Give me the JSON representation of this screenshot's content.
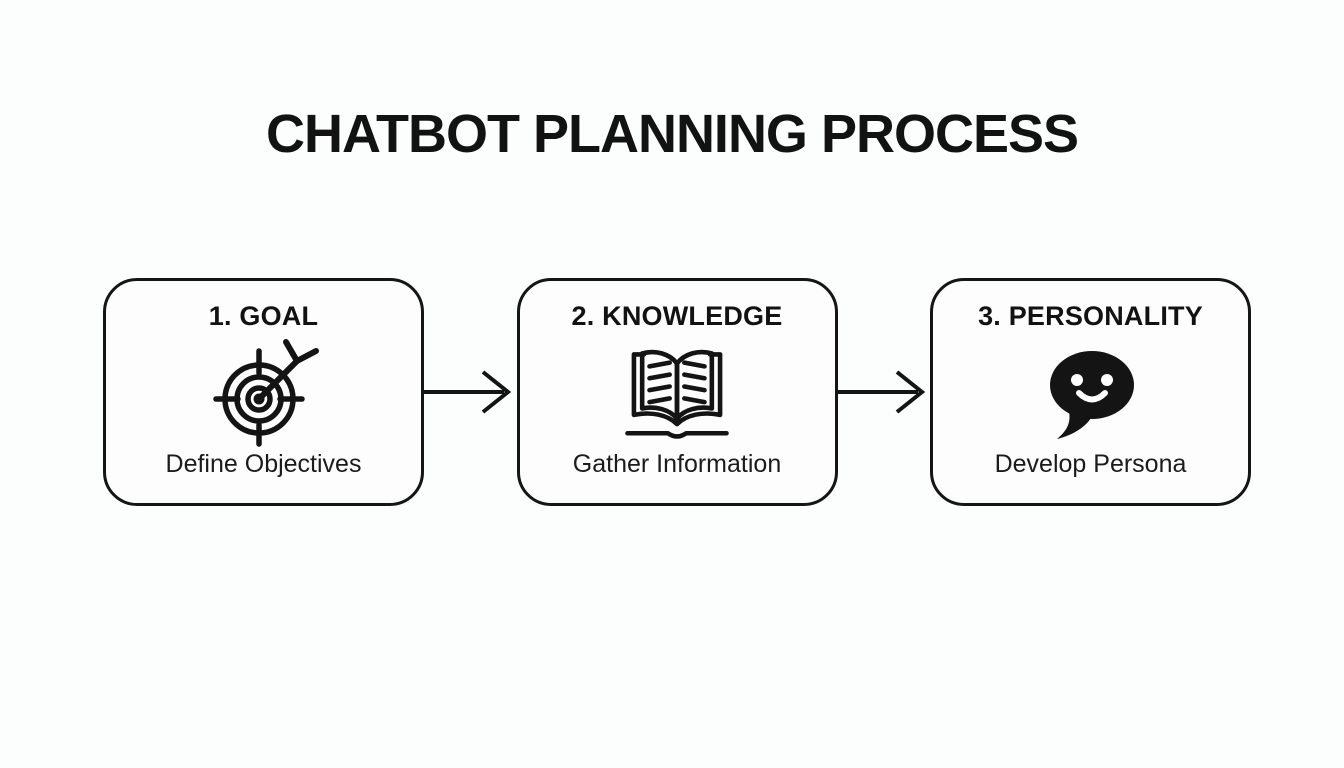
{
  "title": "CHATBOT PLANNING PROCESS",
  "colors": {
    "background": "#fcfdfd",
    "ink": "#141414",
    "box_border": "#151515",
    "box_fill": "#fdfdfd"
  },
  "steps": [
    {
      "heading": "1. GOAL",
      "icon": "target-arrow-icon",
      "label": "Define Objectives"
    },
    {
      "heading": "2. KNOWLEDGE",
      "icon": "open-book-icon",
      "label": "Gather Information"
    },
    {
      "heading": "3. PERSONALITY",
      "icon": "chat-bubble-smile-icon",
      "label": "Develop Persona"
    }
  ],
  "connectors": [
    {
      "type": "arrow-right"
    },
    {
      "type": "arrow-right"
    }
  ]
}
